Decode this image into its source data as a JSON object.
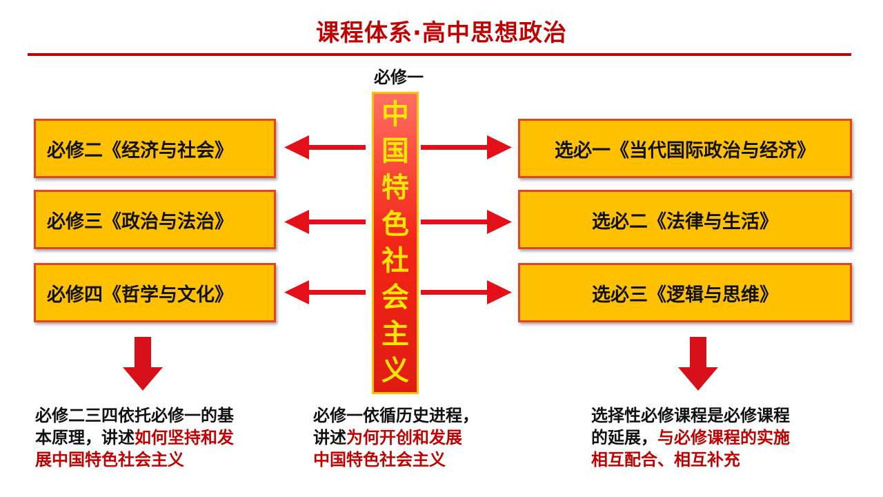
{
  "title": "课程体系·高中思想政治",
  "center": {
    "label": "必修一",
    "chars": [
      "中",
      "国",
      "特",
      "色",
      "社",
      "会",
      "主",
      "义"
    ]
  },
  "left_boxes": [
    {
      "label": "必修二《经济与社会》"
    },
    {
      "label": "必修三《政治与法治》"
    },
    {
      "label": "必修四《哲学与文化》"
    }
  ],
  "right_boxes": [
    {
      "label": "选必一《当代国际政治与经济》"
    },
    {
      "label": "选必二《法律与生活》"
    },
    {
      "label": "选必三《逻辑与思维》"
    }
  ],
  "descriptions": {
    "left": {
      "line1": "必修二三四依托必修一的基",
      "line2_plain": "本原理，讲述",
      "line2_hl": "如何坚持和发",
      "line3_hl": "展中国特色社会主义"
    },
    "center": {
      "line1": "必修一依循历史进程，",
      "line2_plain": "讲述",
      "line2_hl": "为何开创和发展",
      "line3_hl": "中国特色社会主义"
    },
    "right": {
      "line1": "选择性必修课程是必修课程",
      "line2_plain": "的延展，",
      "line2_hl": "与必修课程的实施",
      "line3_hl": "相互配合、相互补充"
    }
  },
  "colors": {
    "title_red": "#c00000",
    "box_fill": "#ffc000",
    "box_border": "#e8431f",
    "arrow_red": "#e3101a",
    "center_text": "#ffe600"
  }
}
